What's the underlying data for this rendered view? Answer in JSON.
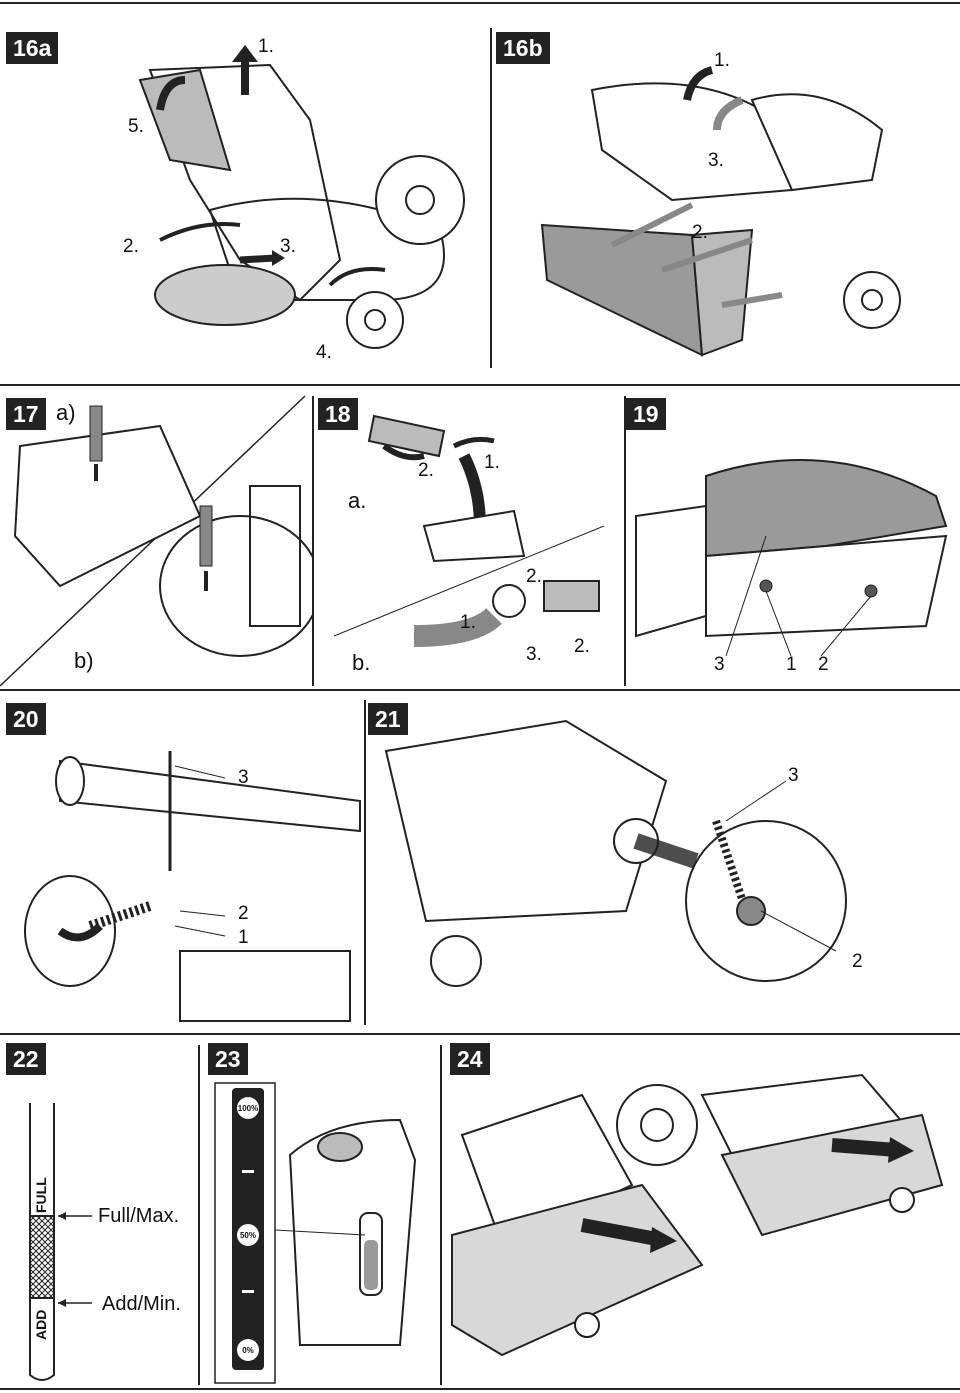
{
  "figures": {
    "f16a": {
      "label": "16a",
      "steps": [
        "1.",
        "2.",
        "3.",
        "4.",
        "5."
      ]
    },
    "f16b": {
      "label": "16b",
      "steps": [
        "1.",
        "2.",
        "3."
      ]
    },
    "f17": {
      "label": "17",
      "parts": [
        "a)",
        "b)"
      ]
    },
    "f18": {
      "label": "18",
      "parts": [
        "a.",
        "b."
      ],
      "steps_a": [
        "1.",
        "2."
      ],
      "steps_b": [
        "1.",
        "2.",
        "2.",
        "3."
      ]
    },
    "f19": {
      "label": "19",
      "callouts": [
        "3",
        "1",
        "2"
      ]
    },
    "f20": {
      "label": "20",
      "callouts": [
        "3",
        "2",
        "1"
      ]
    },
    "f21": {
      "label": "21",
      "callouts": [
        "3",
        "2"
      ]
    },
    "f22": {
      "label": "22",
      "dipstick": {
        "full": "FULL",
        "add": "ADD"
      },
      "callouts": [
        "Full/Max.",
        "Add/Min."
      ]
    },
    "f23": {
      "label": "23",
      "gauge": [
        "100%",
        "50%",
        "0%"
      ]
    },
    "f24": {
      "label": "24"
    }
  },
  "colors": {
    "line": "#222222",
    "fill_grey": "#9a9a9a",
    "light_grey": "#d8d8d8"
  }
}
